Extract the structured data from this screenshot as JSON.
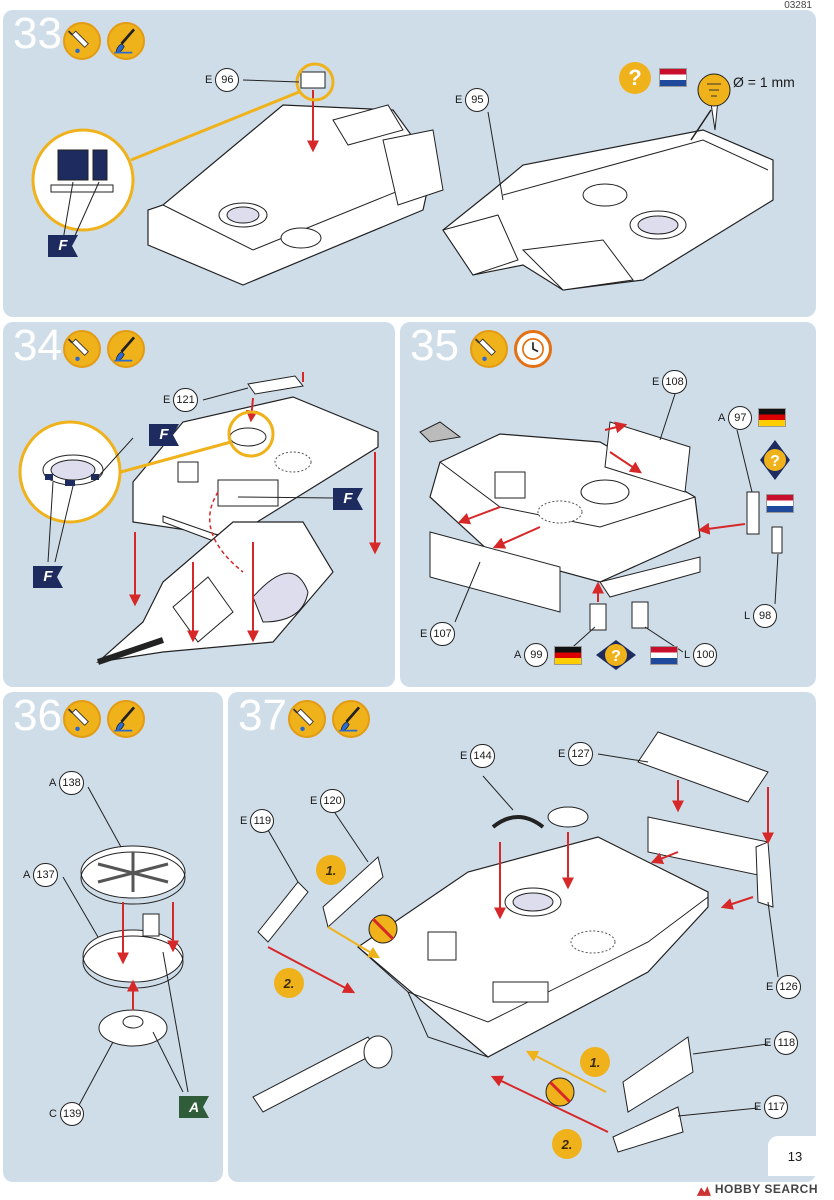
{
  "doc_code": "03281",
  "page_number": "13",
  "watermark": "HOBBY SEARCH",
  "colors": {
    "panel_bg": "#cfdde9",
    "accent_orange": "#f0b21b",
    "arrow_red": "#d62828",
    "flag_navy": "#1d2b5e",
    "flag_green": "#2f5d3a"
  },
  "step33": {
    "number": "33",
    "icons": [
      "glue-icon",
      "paint-icon"
    ],
    "parts": [
      {
        "letter": "E",
        "num": "96"
      },
      {
        "letter": "E",
        "num": "95"
      }
    ],
    "flag_letter": "F",
    "drill_text": "Ø = 1 mm"
  },
  "step34": {
    "number": "34",
    "icons": [
      "glue-icon",
      "paint-icon"
    ],
    "parts": [
      {
        "letter": "E",
        "num": "121"
      }
    ],
    "flag_letters": [
      "F",
      "F",
      "F"
    ]
  },
  "step35": {
    "number": "35",
    "icons": [
      "glue-icon",
      "clock-icon"
    ],
    "parts": [
      {
        "letter": "E",
        "num": "108"
      },
      {
        "letter": "A",
        "num": "97"
      },
      {
        "letter": "E",
        "num": "107"
      },
      {
        "letter": "L",
        "num": "98"
      },
      {
        "letter": "A",
        "num": "99"
      },
      {
        "letter": "L",
        "num": "100"
      }
    ]
  },
  "step36": {
    "number": "36",
    "icons": [
      "glue-icon",
      "paint-icon"
    ],
    "parts": [
      {
        "letter": "A",
        "num": "138"
      },
      {
        "letter": "A",
        "num": "137"
      },
      {
        "letter": "C",
        "num": "139"
      }
    ],
    "flag_letter": "A"
  },
  "step37": {
    "number": "37",
    "icons": [
      "glue-icon",
      "paint-icon"
    ],
    "parts": [
      {
        "letter": "E",
        "num": "144"
      },
      {
        "letter": "E",
        "num": "127"
      },
      {
        "letter": "E",
        "num": "120"
      },
      {
        "letter": "E",
        "num": "119"
      },
      {
        "letter": "E",
        "num": "126"
      },
      {
        "letter": "E",
        "num": "118"
      },
      {
        "letter": "E",
        "num": "117"
      }
    ],
    "sequence": [
      "1.",
      "2.",
      "1.",
      "2."
    ]
  }
}
